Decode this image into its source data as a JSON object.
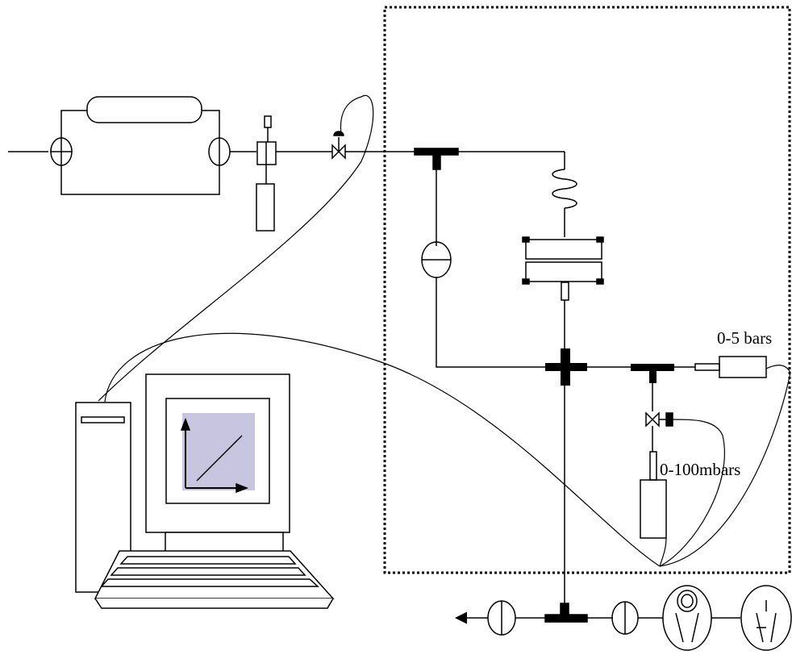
{
  "labels": {
    "high_pressure_gauge": "0-5 bars",
    "low_pressure_gauge": "0-100mbars"
  },
  "colors": {
    "line": "#000000",
    "screen_plot_bg": "#c7c5df"
  },
  "components": [
    "gas-cylinder",
    "pressure-regulator",
    "inlet-valve",
    "enclosure-boundary",
    "bellows",
    "sample-cell",
    "pressure-sensor-0-5-bars",
    "pressure-sensor-0-100mbars",
    "vacuum-pump",
    "computer"
  ]
}
